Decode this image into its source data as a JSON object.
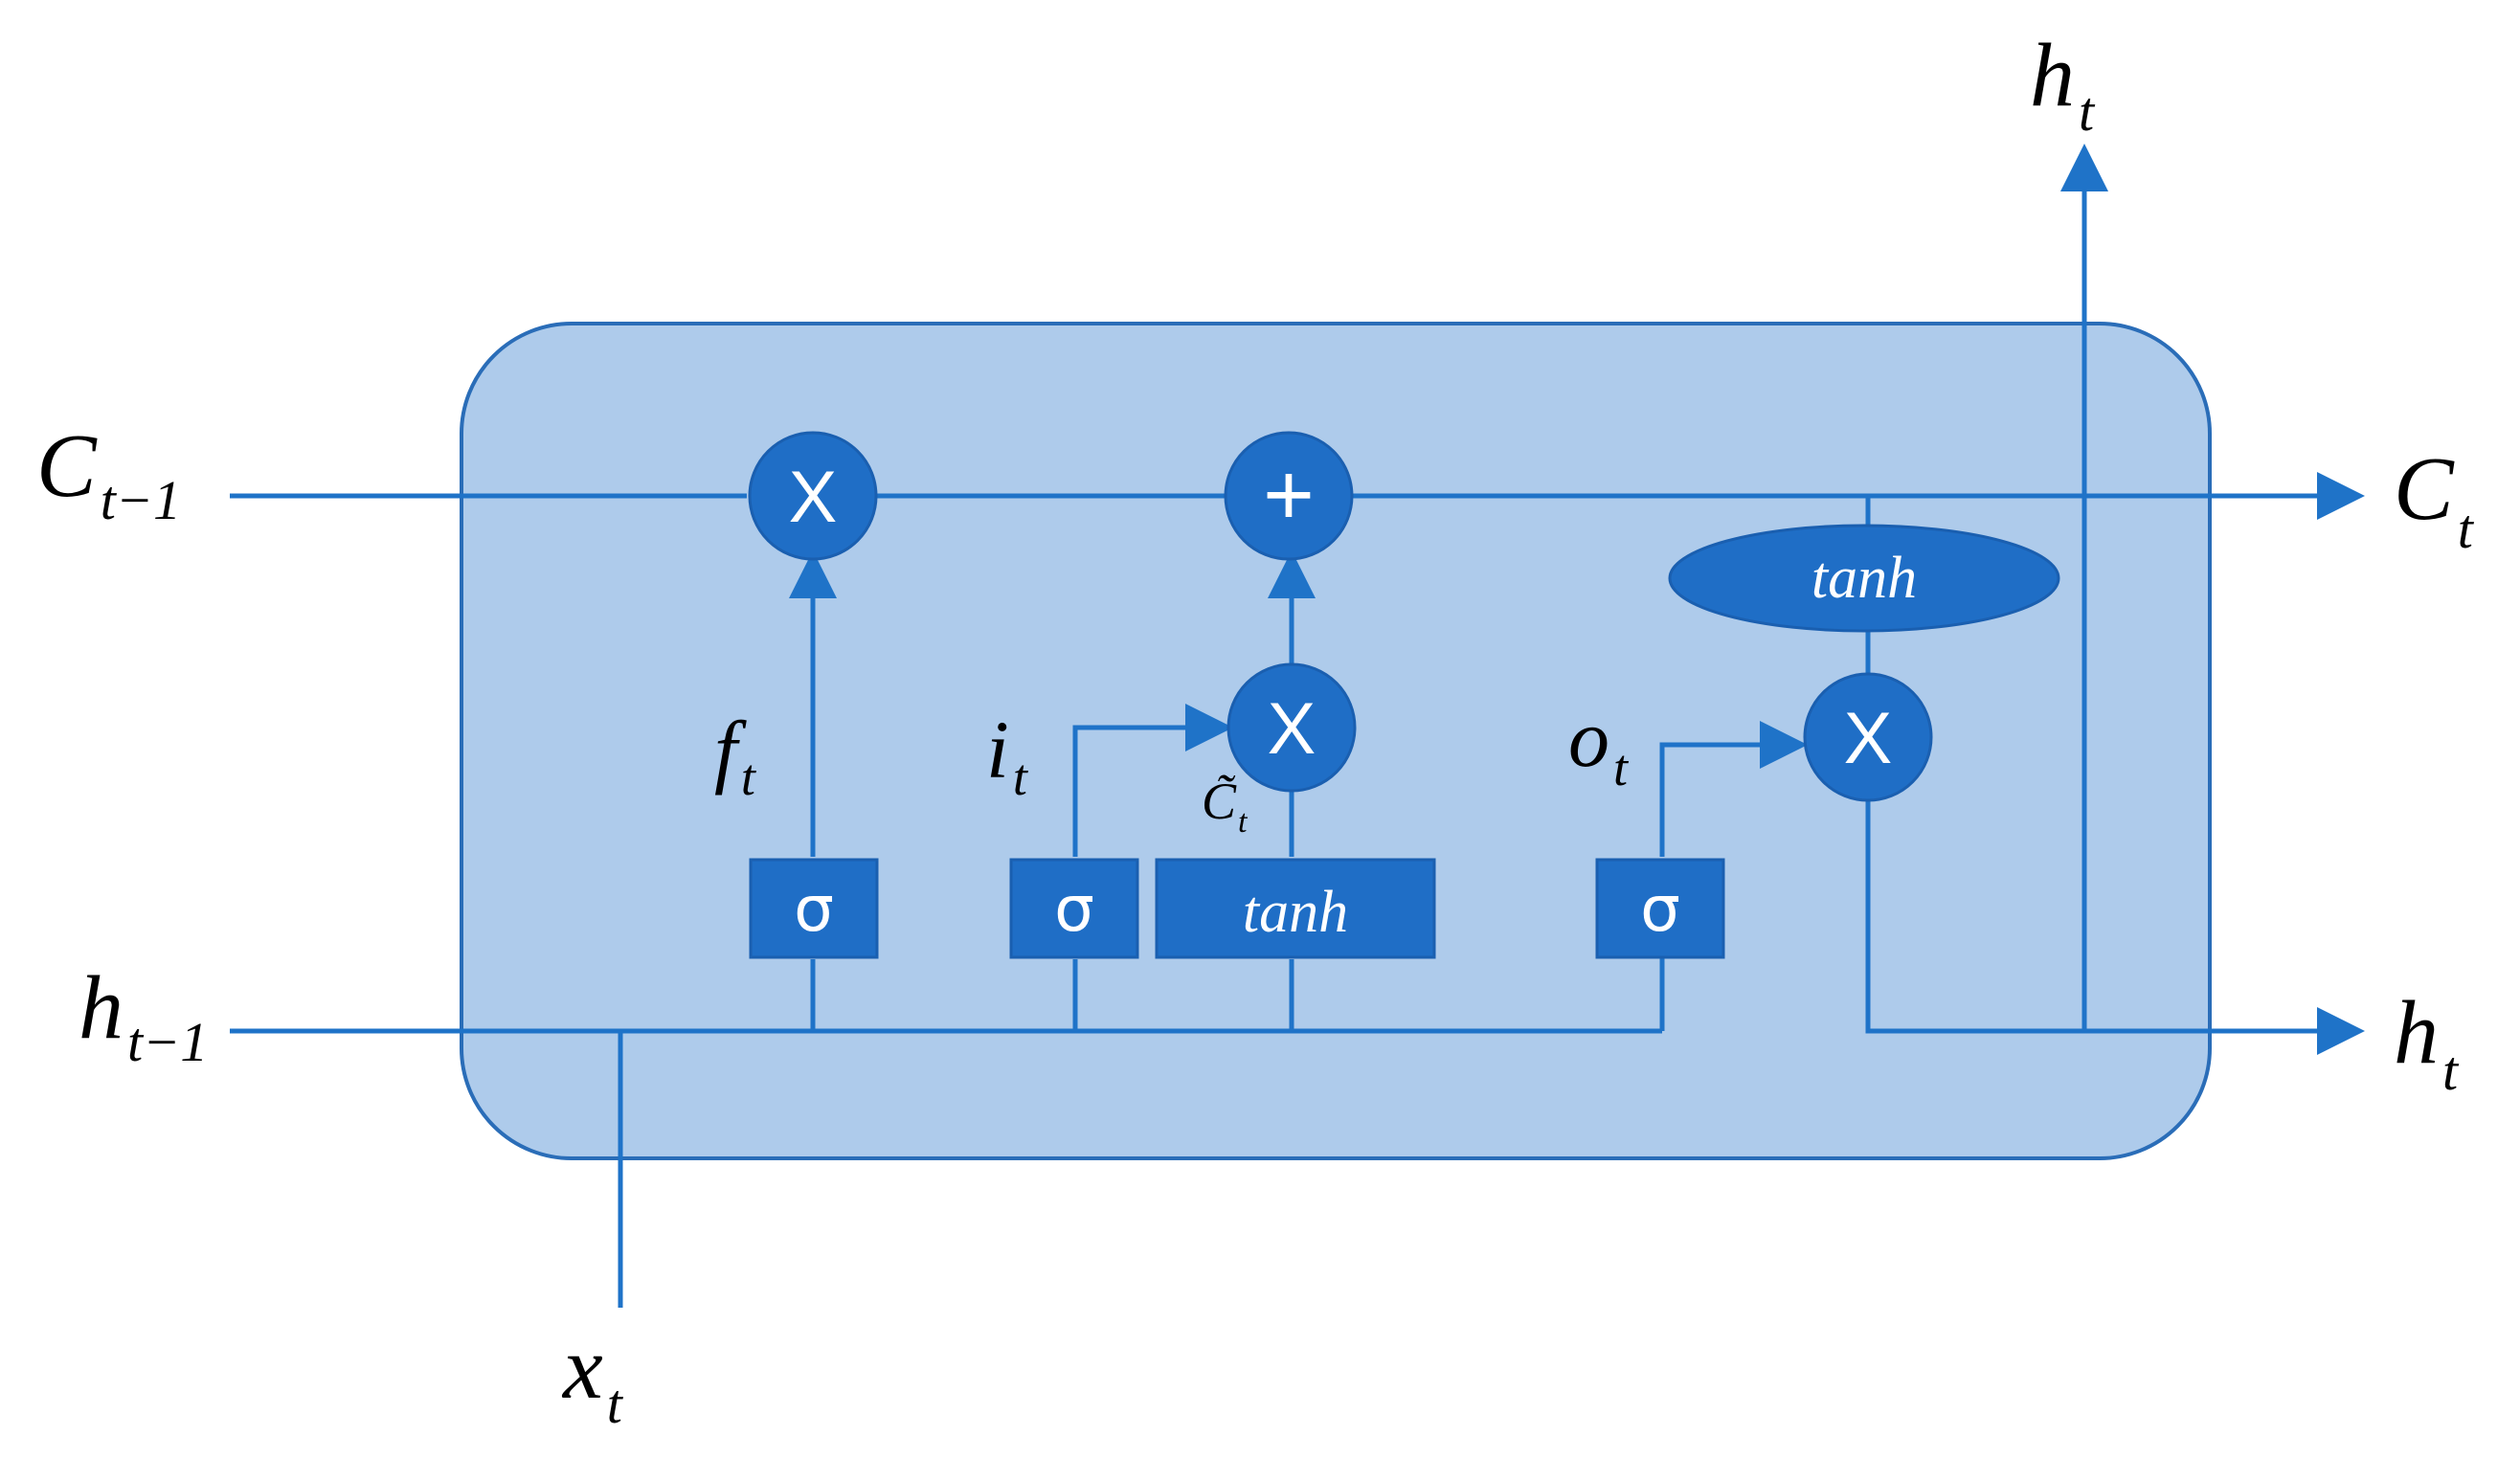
{
  "inputs": {
    "cell_prev": {
      "base": "C",
      "sub": "t−1"
    },
    "hidden_prev": {
      "base": "h",
      "sub": "t−1"
    },
    "x": {
      "base": "x",
      "sub": "t"
    }
  },
  "outputs": {
    "cell": {
      "base": "C",
      "sub": "t"
    },
    "hidden_right": {
      "base": "h",
      "sub": "t"
    },
    "hidden_top": {
      "base": "h",
      "sub": "t"
    }
  },
  "gates": {
    "forget": {
      "activation": "σ",
      "label_base": "f",
      "label_sub": "t"
    },
    "input": {
      "activation": "σ",
      "label_base": "i",
      "label_sub": "t"
    },
    "candidate": {
      "activation": "tanh",
      "label_base": "C̃",
      "label_sub": "t"
    },
    "output": {
      "activation": "σ",
      "label_base": "o",
      "label_sub": "t"
    }
  },
  "cell_tanh": "tanh",
  "operators": {
    "forget_mult": "X",
    "cell_add": "+",
    "input_mult": "X",
    "output_mult": "X"
  },
  "colors": {
    "cell_fill": "#aecbeb",
    "cell_stroke": "#2a6db8",
    "node_fill": "#1f6ec6",
    "wire": "#1f73c8"
  }
}
